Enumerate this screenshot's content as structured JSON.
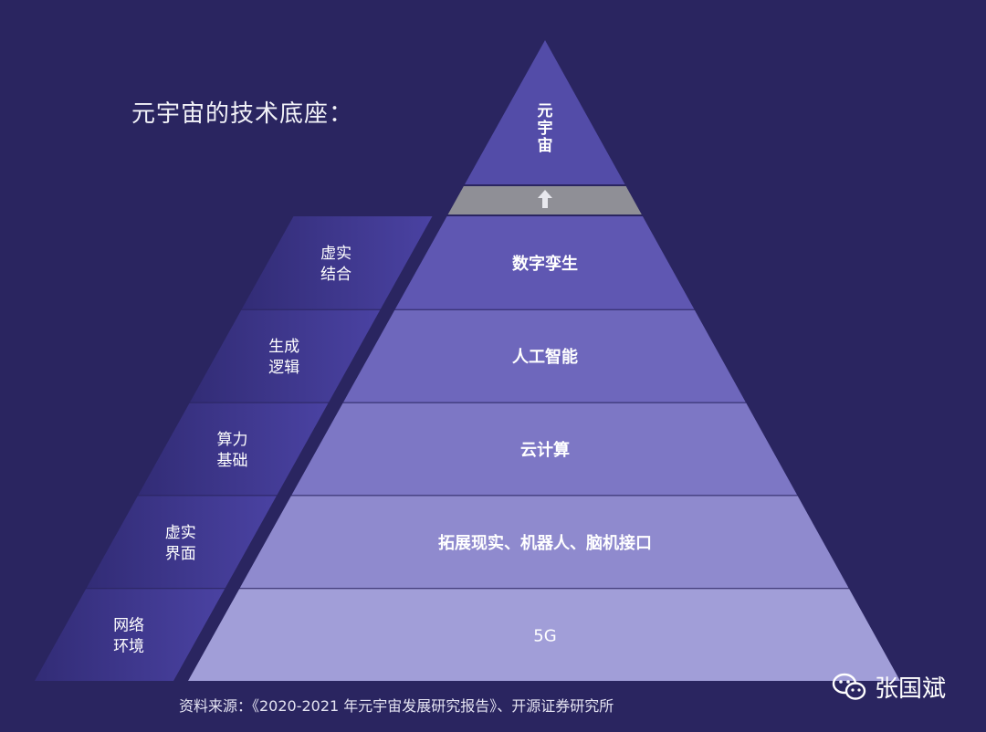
{
  "title": "元宇宙的技术底座：",
  "apex_label": "元宇宙",
  "apex_color": "#534ca8",
  "arrow_band_color": "#8f8f96",
  "layers": [
    {
      "label": "数字孪生",
      "color": "#5f57b2"
    },
    {
      "label": "人工智能",
      "color": "#6e67bc"
    },
    {
      "label": "云计算",
      "color": "#7d77c5"
    },
    {
      "label": "拓展现实、机器人、脑机接口",
      "color": "#8f8ace"
    },
    {
      "label": "5G",
      "color": "#a19ed8"
    }
  ],
  "side_labels": [
    {
      "line1": "虚实",
      "line2": "结合"
    },
    {
      "line1": "生成",
      "line2": "逻辑"
    },
    {
      "line1": "算力",
      "line2": "基础"
    },
    {
      "line1": "虚实",
      "line2": "界面"
    },
    {
      "line1": "网络",
      "line2": "环境"
    }
  ],
  "side_color_dark": "#322c76",
  "side_color_light": "#4a42a2",
  "source": "资料来源：《2020-2021 年元宇宙发展研究报告》、开源证券研究所",
  "watermark": "张国斌"
}
